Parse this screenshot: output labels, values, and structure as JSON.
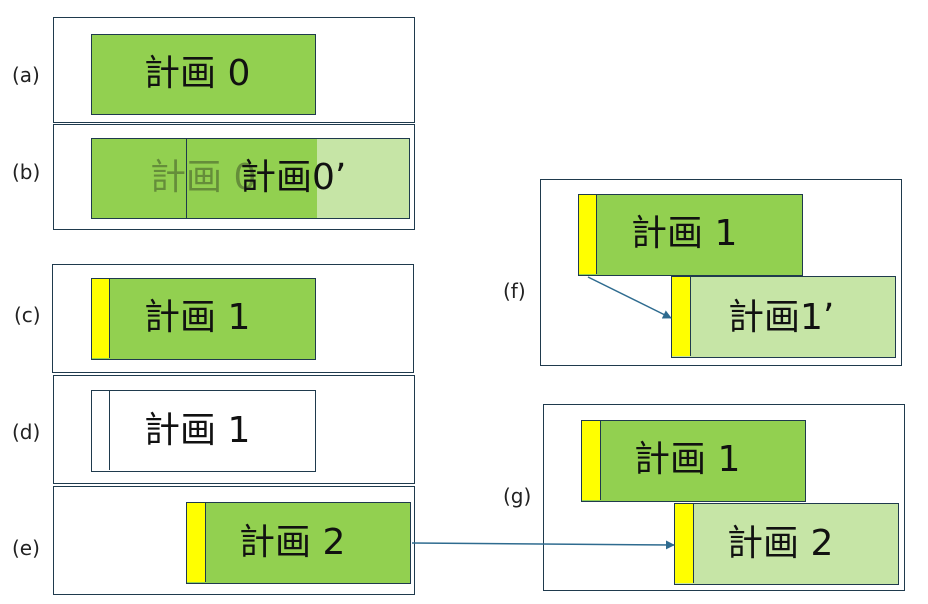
{
  "panels": {
    "a": {
      "label": "(a)",
      "block": "計画 0"
    },
    "b": {
      "label": "(b)",
      "block_back": "計画 0",
      "block_front": "計画0’"
    },
    "c": {
      "label": "(c)",
      "block": "計画 1"
    },
    "d": {
      "label": "(d)",
      "block": "計画 1"
    },
    "e": {
      "label": "(e)",
      "block": "計画 2"
    },
    "f": {
      "label": "(f)",
      "block_top": "計画 1",
      "block_bottom": "計画1’"
    },
    "g": {
      "label": "(g)",
      "block_top": "計画 1",
      "block_bottom": "計画 2"
    }
  },
  "colors": {
    "green": "#92d050",
    "light_green": "#c6e5a6",
    "yellow": "#ffff00",
    "border": "#1f3a4d",
    "arrow": "#2e6b8f"
  }
}
